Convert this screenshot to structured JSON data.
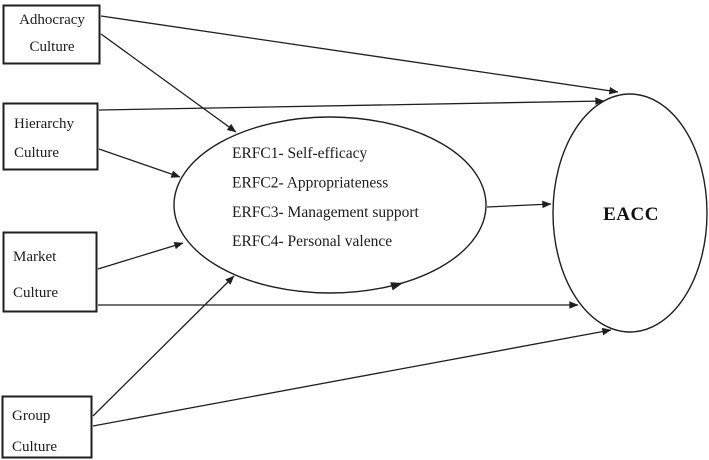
{
  "figure": {
    "boxes": [
      {
        "name": "Adhocracy Culture",
        "line1": "Adhocracy",
        "line2": "Culture"
      },
      {
        "name": "Hierarchy Culture",
        "line1": "Hierarchy",
        "line2": "Culture"
      },
      {
        "name": "Market Culture",
        "line1": "Market",
        "line2": "Culture"
      },
      {
        "name": "Group Culture",
        "line1": "Group",
        "line2": "Culture"
      }
    ],
    "erfc": {
      "items": [
        "ERFC1- Self-efficacy",
        "ERFC2- Appropriateness",
        "ERFC3- Management support",
        "ERFC4- Personal valence"
      ]
    },
    "eacc": {
      "label": "EACC"
    },
    "colors": {
      "ink": "#1f1f1f",
      "background": "#ffffff"
    }
  }
}
